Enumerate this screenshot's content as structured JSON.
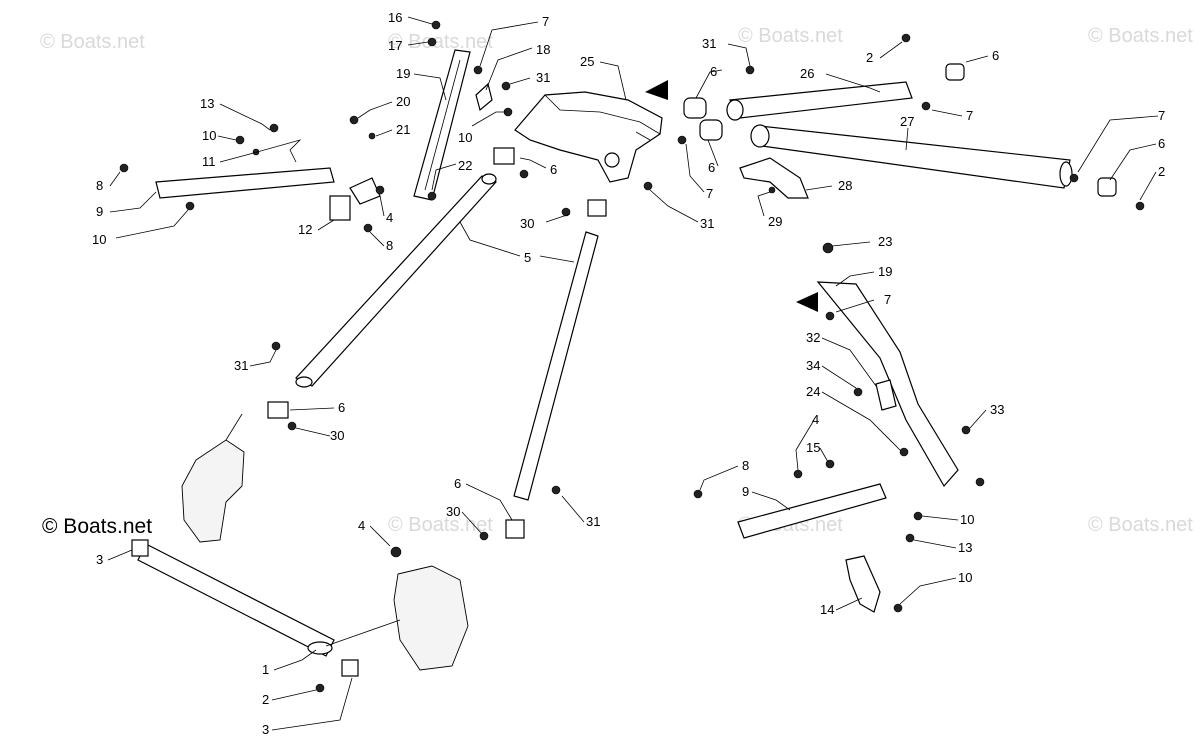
{
  "watermark": {
    "text": "© Boats.net"
  },
  "callouts": [
    {
      "text": "16"
    },
    {
      "text": "17"
    },
    {
      "text": "7"
    },
    {
      "text": "18"
    },
    {
      "text": "19"
    },
    {
      "text": "31"
    },
    {
      "text": "20"
    },
    {
      "text": "21"
    },
    {
      "text": "10"
    },
    {
      "text": "22"
    },
    {
      "text": "25"
    },
    {
      "text": "6"
    },
    {
      "text": "31"
    },
    {
      "text": "26"
    },
    {
      "text": "2"
    },
    {
      "text": "6"
    },
    {
      "text": "7"
    },
    {
      "text": "27"
    },
    {
      "text": "7"
    },
    {
      "text": "6"
    },
    {
      "text": "6"
    },
    {
      "text": "7"
    },
    {
      "text": "2"
    },
    {
      "text": "28"
    },
    {
      "text": "29"
    },
    {
      "text": "31"
    },
    {
      "text": "6"
    },
    {
      "text": "30"
    },
    {
      "text": "5"
    },
    {
      "text": "13"
    },
    {
      "text": "10"
    },
    {
      "text": "11"
    },
    {
      "text": "8"
    },
    {
      "text": "9"
    },
    {
      "text": "10"
    },
    {
      "text": "4"
    },
    {
      "text": "12"
    },
    {
      "text": "8"
    },
    {
      "text": "31"
    },
    {
      "text": "6"
    },
    {
      "text": "30"
    },
    {
      "text": "23"
    },
    {
      "text": "19"
    },
    {
      "text": "7"
    },
    {
      "text": "32"
    },
    {
      "text": "34"
    },
    {
      "text": "24"
    },
    {
      "text": "33"
    },
    {
      "text": "4"
    },
    {
      "text": "15"
    },
    {
      "text": "8"
    },
    {
      "text": "9"
    },
    {
      "text": "10"
    },
    {
      "text": "13"
    },
    {
      "text": "10"
    },
    {
      "text": "14"
    },
    {
      "text": "6"
    },
    {
      "text": "30"
    },
    {
      "text": "31"
    },
    {
      "text": "4"
    },
    {
      "text": "3"
    },
    {
      "text": "1"
    },
    {
      "text": "2"
    },
    {
      "text": "3"
    }
  ]
}
